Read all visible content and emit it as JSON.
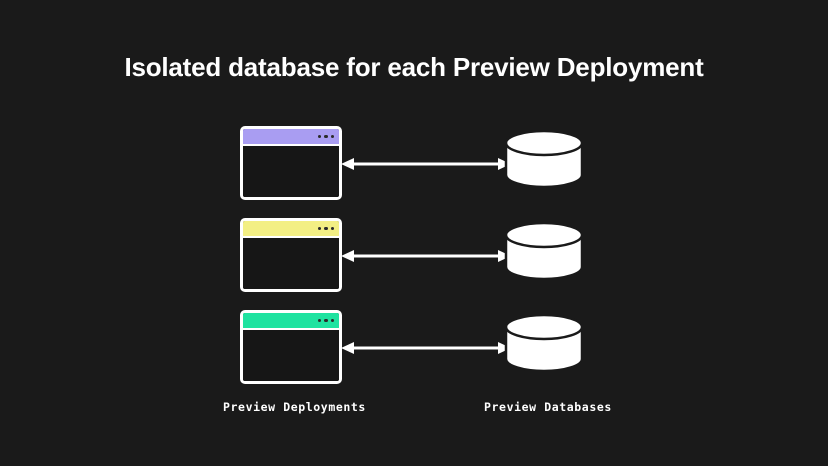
{
  "slide": {
    "background_color": "#1a1a1a",
    "title": "Isolated database for each Preview Deployment",
    "title_color": "#ffffff"
  },
  "diagram": {
    "type": "flow-diagram",
    "rows": [
      {
        "index": 1,
        "deployment": {
          "kind": "browser-window",
          "titlebar_color": "#a99df2",
          "titlebar_dots": 3
        },
        "connector": {
          "kind": "double-headed-arrow",
          "color": "#ffffff",
          "direction": "bidirectional"
        },
        "database": {
          "kind": "cylinder",
          "fill_color": "#ffffff",
          "stroke_color": "#1a1a1a"
        }
      },
      {
        "index": 2,
        "deployment": {
          "kind": "browser-window",
          "titlebar_color": "#f3ef84",
          "titlebar_dots": 3
        },
        "connector": {
          "kind": "double-headed-arrow",
          "color": "#ffffff",
          "direction": "bidirectional"
        },
        "database": {
          "kind": "cylinder",
          "fill_color": "#ffffff",
          "stroke_color": "#1a1a1a"
        }
      },
      {
        "index": 3,
        "deployment": {
          "kind": "browser-window",
          "titlebar_color": "#1fe3a0",
          "titlebar_dots": 3
        },
        "connector": {
          "kind": "double-headed-arrow",
          "color": "#ffffff",
          "direction": "bidirectional"
        },
        "database": {
          "kind": "cylinder",
          "fill_color": "#ffffff",
          "stroke_color": "#1a1a1a"
        }
      }
    ],
    "captions": {
      "left": "Preview Deployments",
      "right": "Preview Databases"
    }
  }
}
